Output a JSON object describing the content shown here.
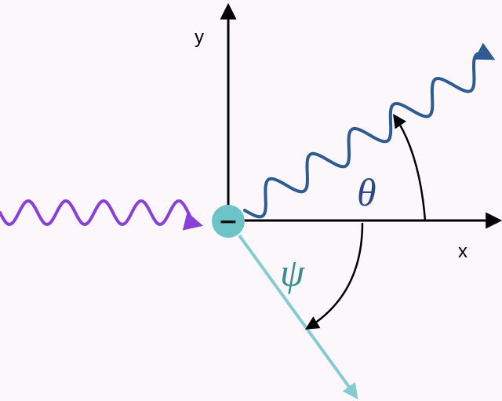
{
  "axes": {
    "x_label": "x",
    "y_label": "y"
  },
  "angles": {
    "theta_symbol": "θ",
    "psi_symbol": "ψ"
  },
  "electron": {
    "charge_symbol": "−"
  },
  "colors": {
    "background": "#fbf7fb",
    "incident_photon": "#8a3fd6",
    "scattered_photon": "#2f5b93",
    "electron_path": "#86cbd0",
    "electron": "#6cc4c8",
    "theta_label": "#2b4a86",
    "psi_label": "#3c8c8f",
    "axes": "#000000"
  }
}
